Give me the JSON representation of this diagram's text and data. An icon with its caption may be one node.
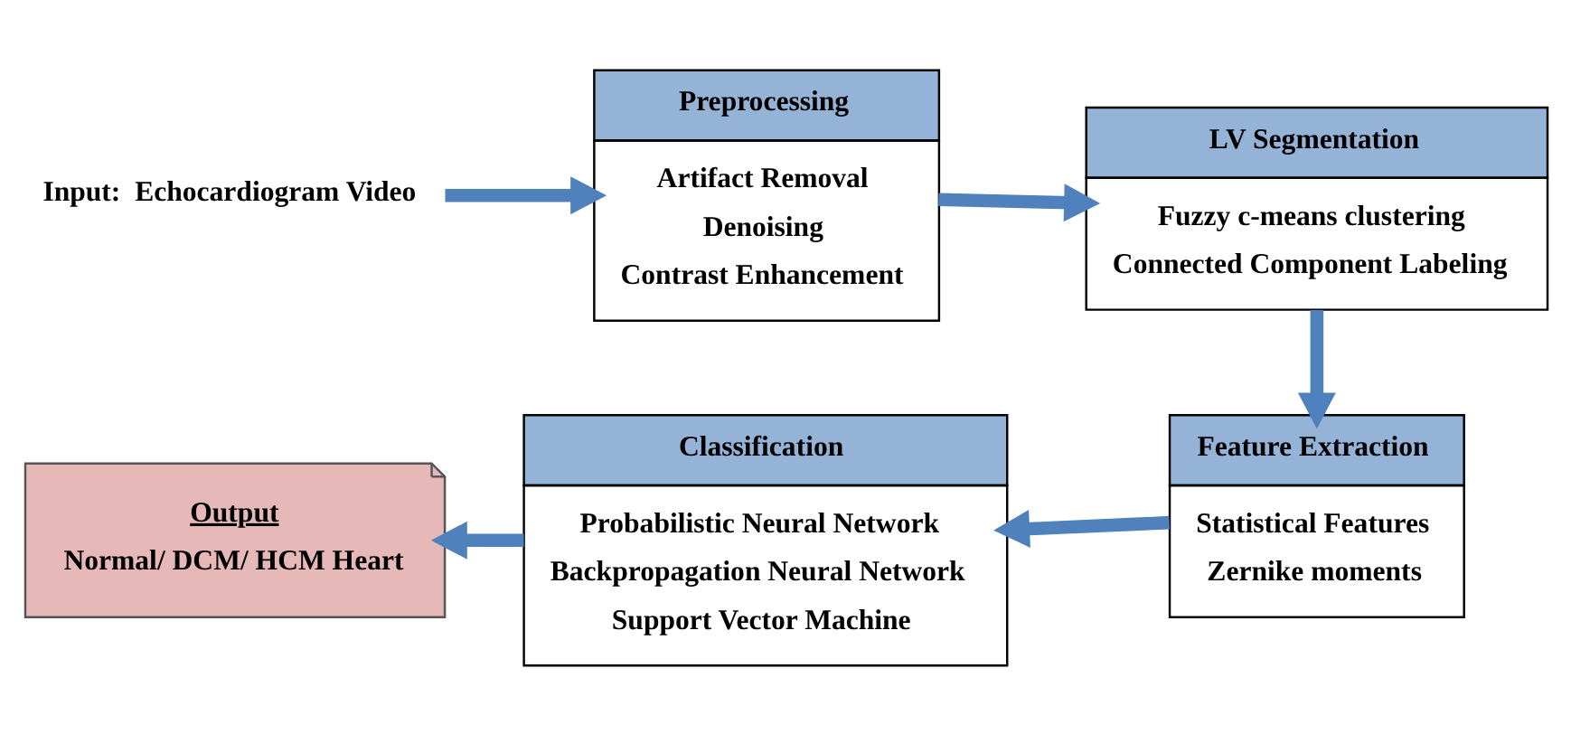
{
  "diagram": {
    "nodes": [
      {
        "text": [
          "Input:  Echocardiogram Video"
        ]
      },
      {
        "text": [
          "Preprocessing",
          "Artifact Removal",
          "Denoising",
          "Contrast Enhancement"
        ]
      },
      {
        "text": [
          "LV Segmentation",
          "Fuzzy c-means clustering",
          "Connected Component Labeling"
        ]
      },
      {
        "text": [
          "Feature Extraction",
          "Statistical Features",
          "Zernike moments"
        ]
      },
      {
        "text": [
          "Classification",
          "Probabilistic Neural Network",
          "Backpropagation Neural Network",
          "Support Vector Machine"
        ]
      },
      {
        "text": [
          "Output",
          "Normal/ DCM/ HCM Heart"
        ]
      }
    ],
    "edges": [
      {
        "from": 0,
        "to": 1,
        "arrow": "to"
      },
      {
        "from": 1,
        "to": 2,
        "arrow": "to"
      },
      {
        "from": 2,
        "to": 3,
        "arrow": "to"
      },
      {
        "from": 3,
        "to": 4,
        "arrow": "to"
      },
      {
        "from": 4,
        "to": 5,
        "arrow": "to"
      }
    ]
  }
}
